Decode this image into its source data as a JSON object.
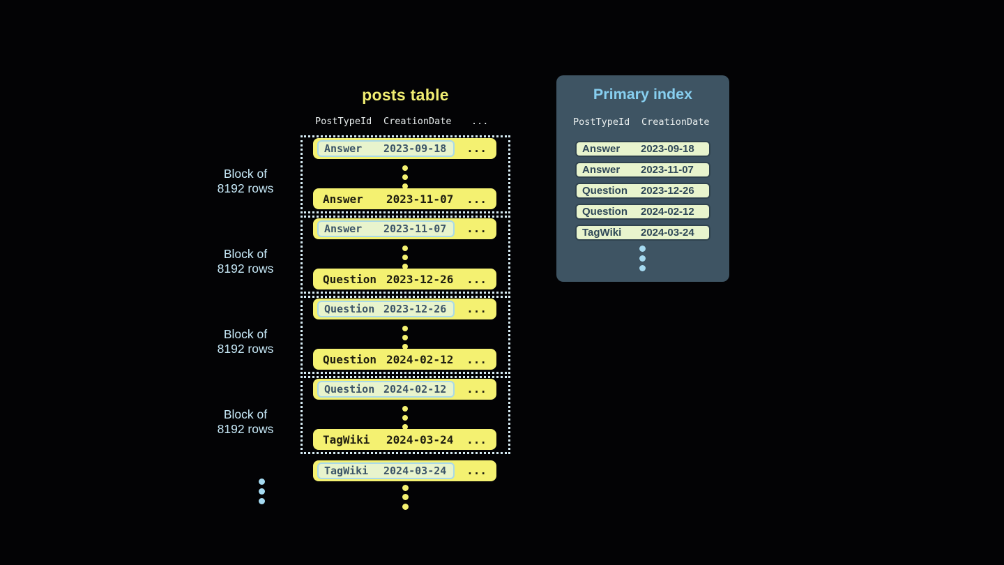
{
  "colors": {
    "bg": "#030305",
    "yellow": "#f4f171",
    "yellow_text_dark": "#1e1d10",
    "chip_bg": "#e8f4cd",
    "chip_border_light": "#a9d9e8",
    "chip_text": "#3c5568",
    "index_chip_border": "#2f424e",
    "index_chip_text": "#2f4858",
    "panel_bg": "#3e5463",
    "panel_title": "#87cff0",
    "header_text": "#e9eeee",
    "block_label": "#c7e9f8",
    "dotted_border": "#d8edf5",
    "blue_dot": "#a5daf1",
    "posts_title": "#f1ee72"
  },
  "posts_table": {
    "title": "posts table",
    "columns": [
      "PostTypeId",
      "CreationDate"
    ],
    "ellipsis": "...",
    "blocks": [
      {
        "label": [
          "Block of",
          "8192 rows"
        ],
        "first": {
          "type": "Answer",
          "date": "2023-09-18"
        },
        "last": {
          "type": "Answer",
          "date": "2023-11-07"
        }
      },
      {
        "label": [
          "Block of",
          "8192 rows"
        ],
        "first": {
          "type": "Answer",
          "date": "2023-11-07"
        },
        "last": {
          "type": "Question",
          "date": "2023-12-26"
        }
      },
      {
        "label": [
          "Block of",
          "8192 rows"
        ],
        "first": {
          "type": "Question",
          "date": "2023-12-26"
        },
        "last": {
          "type": "Question",
          "date": "2024-02-12"
        }
      },
      {
        "label": [
          "Block of",
          "8192 rows"
        ],
        "first": {
          "type": "Question",
          "date": "2024-02-12"
        },
        "last": {
          "type": "TagWiki",
          "date": "2024-03-24"
        }
      }
    ],
    "overflow_row": {
      "type": "TagWiki",
      "date": "2024-03-24"
    }
  },
  "primary_index": {
    "title": "Primary index",
    "columns": [
      "PostTypeId",
      "CreationDate"
    ],
    "rows": [
      {
        "type": "Answer",
        "date": "2023-09-18"
      },
      {
        "type": "Answer",
        "date": "2023-11-07"
      },
      {
        "type": "Question",
        "date": "2023-12-26"
      },
      {
        "type": "Question",
        "date": "2024-02-12"
      },
      {
        "type": "TagWiki",
        "date": "2024-03-24"
      }
    ]
  }
}
